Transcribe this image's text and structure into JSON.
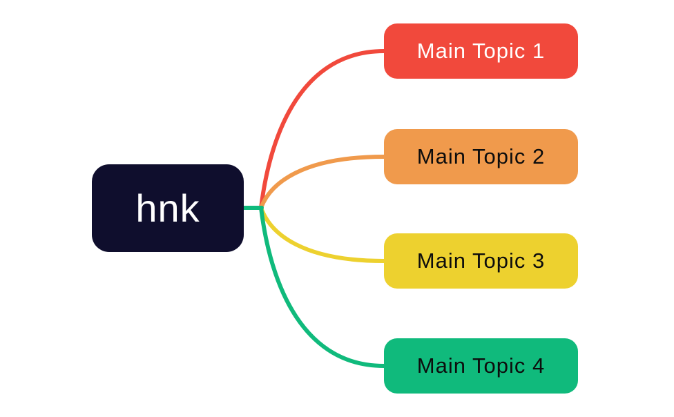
{
  "canvas": {
    "background_color": "#ffffff"
  },
  "root": {
    "label": "hnk",
    "background_color": "#0F0E2D",
    "text_color": "#ffffff"
  },
  "topics": [
    {
      "label": "Main Topic 1",
      "background_color": "#F1493C",
      "text_color": "#ffffff",
      "connector_color": "#F1493C"
    },
    {
      "label": "Main Topic 2",
      "background_color": "#F09A4C",
      "text_color": "#0D0D0D",
      "connector_color": "#F09A4C"
    },
    {
      "label": "Main Topic 3",
      "background_color": "#EDD12F",
      "text_color": "#0D0D0D",
      "connector_color": "#EDD12F"
    },
    {
      "label": "Main Topic 4",
      "background_color": "#10BA7C",
      "text_color": "#0D0D0D",
      "connector_color": "#10BA7C"
    }
  ],
  "trunk": {
    "color": "#10BA7C"
  }
}
